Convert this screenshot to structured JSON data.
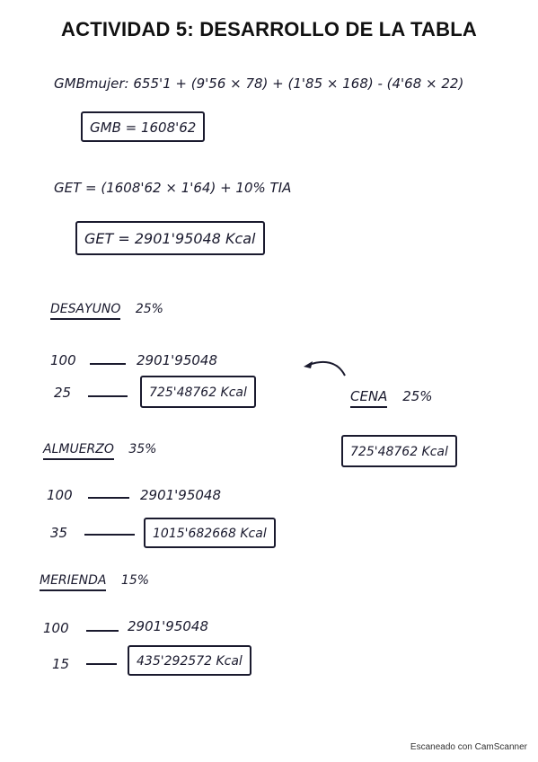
{
  "title": "ACTIVIDAD 5: DESARROLLO DE LA TABLA",
  "gmb": {
    "formula": "GMBmujer: 655'1 + (9'56 × 78) + (1'85 × 168) - (4'68 × 22)",
    "result": "GMB = 1608'62"
  },
  "get": {
    "formula": "GET = (1608'62 × 1'64) + 10% TIA",
    "result": "GET = 2901'95048 Kcal"
  },
  "desayuno": {
    "label": "DESAYUNO",
    "percent": "25%",
    "row1_left": "100",
    "row1_right": "2901'95048",
    "row2_left": "25",
    "row2_result": "725'48762 Kcal"
  },
  "cena": {
    "label": "CENA",
    "percent": "25%",
    "result": "725'48762 Kcal"
  },
  "almuerzo": {
    "label": "ALMUERZO",
    "percent": "35%",
    "row1_left": "100",
    "row1_right": "2901'95048",
    "row2_left": "35",
    "row2_result": "1015'682668 Kcal"
  },
  "merienda": {
    "label": "MERIENDA",
    "percent": "15%",
    "row1_left": "100",
    "row1_right": "2901'95048",
    "row2_left": "15",
    "row2_result": "435'292572 Kcal"
  },
  "footer": "Escaneado con CamScanner"
}
